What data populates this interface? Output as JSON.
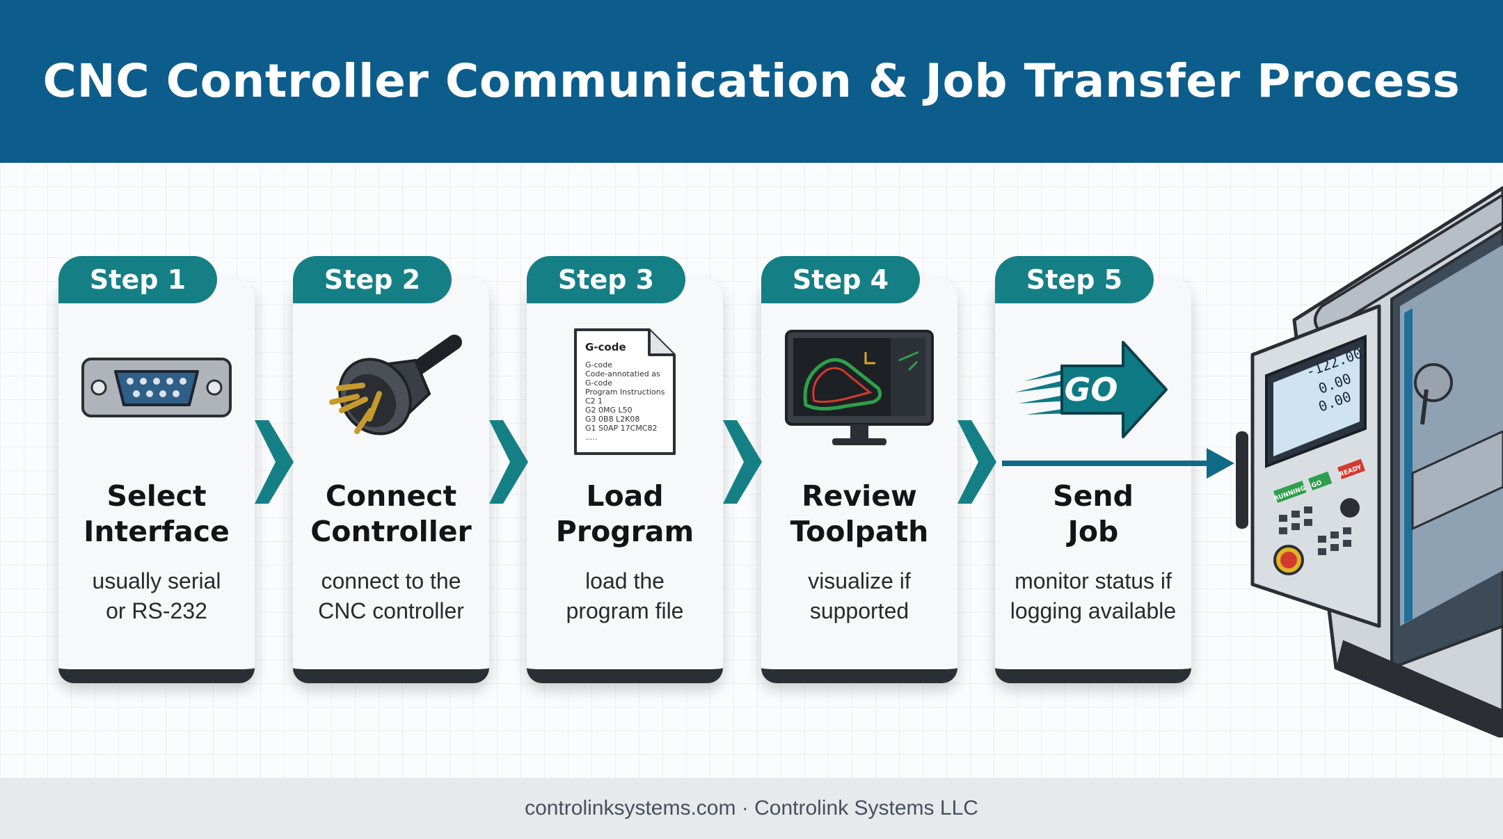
{
  "title": "CNC Controller Communication & Job Transfer Process",
  "steps": [
    {
      "tab": "Step 1",
      "title_lines": [
        "Select",
        "Interface"
      ],
      "desc_lines": [
        "usually serial",
        "or RS-232"
      ],
      "icon": "serial-port-icon"
    },
    {
      "tab": "Step 2",
      "title_lines": [
        "Connect",
        "Controller"
      ],
      "desc_lines": [
        "connect to the",
        "CNC controller"
      ],
      "icon": "connector-plug-icon"
    },
    {
      "tab": "Step 3",
      "title_lines": [
        "Load",
        "Program"
      ],
      "desc_lines": [
        "load the",
        "program file"
      ],
      "icon": "gcode-file-icon"
    },
    {
      "tab": "Step 4",
      "title_lines": [
        "Review",
        "Toolpath"
      ],
      "desc_lines": [
        "visualize if",
        "supported"
      ],
      "icon": "toolpath-monitor-icon"
    },
    {
      "tab": "Step 5",
      "title_lines": [
        "Send",
        "Job"
      ],
      "desc_lines": [
        "monitor status if",
        "logging available"
      ],
      "icon": "go-arrow-icon"
    }
  ],
  "icons_text": {
    "gcode_header": "G-code",
    "gcode_lines": [
      "G-code",
      "Code-annotatied as",
      "G-code",
      "Program Instructions",
      "C2 1",
      "G2 0MG L50",
      "G3 0B8 L2K08",
      "G1 S0AP 17CMC82",
      "....."
    ],
    "go_label": "GO"
  },
  "machine": {
    "readout": [
      "-122.00",
      "0.00",
      "0.00"
    ],
    "buttons": [
      "RUNNING",
      "GO",
      "READY"
    ]
  },
  "footer": "controlinksystems.com · Controlink Systems LLC",
  "colors": {
    "header": "#0c5d8b",
    "tab": "#157f86",
    "card_base": "#2b2f35",
    "arrow": "#0e6a86"
  }
}
